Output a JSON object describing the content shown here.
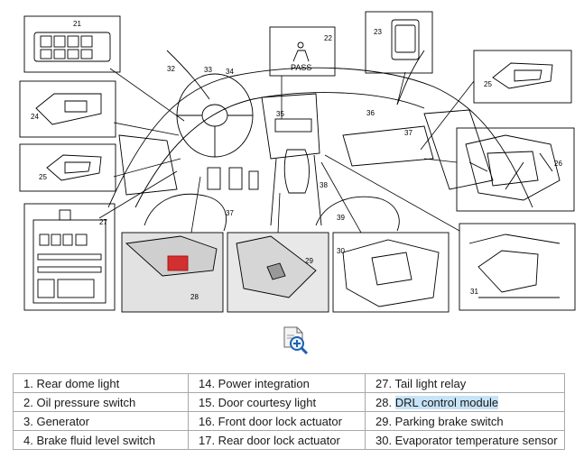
{
  "diagram": {
    "callouts": [
      "21",
      "22",
      "23",
      "24",
      "25",
      "25",
      "26",
      "27",
      "28",
      "29",
      "30",
      "31",
      "32",
      "33",
      "34",
      "35",
      "36",
      "37",
      "37",
      "38",
      "39"
    ],
    "pass_label": "PASS"
  },
  "zoom_icon": "magnify-plus-document-icon",
  "legend": {
    "rows": [
      [
        "1. Rear dome light",
        "14. Power integration",
        "27. Tail light relay"
      ],
      [
        "2. Oil pressure switch",
        "15. Door courtesy light",
        "28. DRL control module"
      ],
      [
        "3. Generator",
        "16. Front door lock actuator",
        "29. Parking brake switch"
      ],
      [
        "4. Brake fluid level switch",
        "17. Rear door lock actuator",
        "30. Evaporator temperature sensor"
      ]
    ],
    "highlight_text": "DRL control module",
    "highlight_color": "#c6e3f7"
  }
}
